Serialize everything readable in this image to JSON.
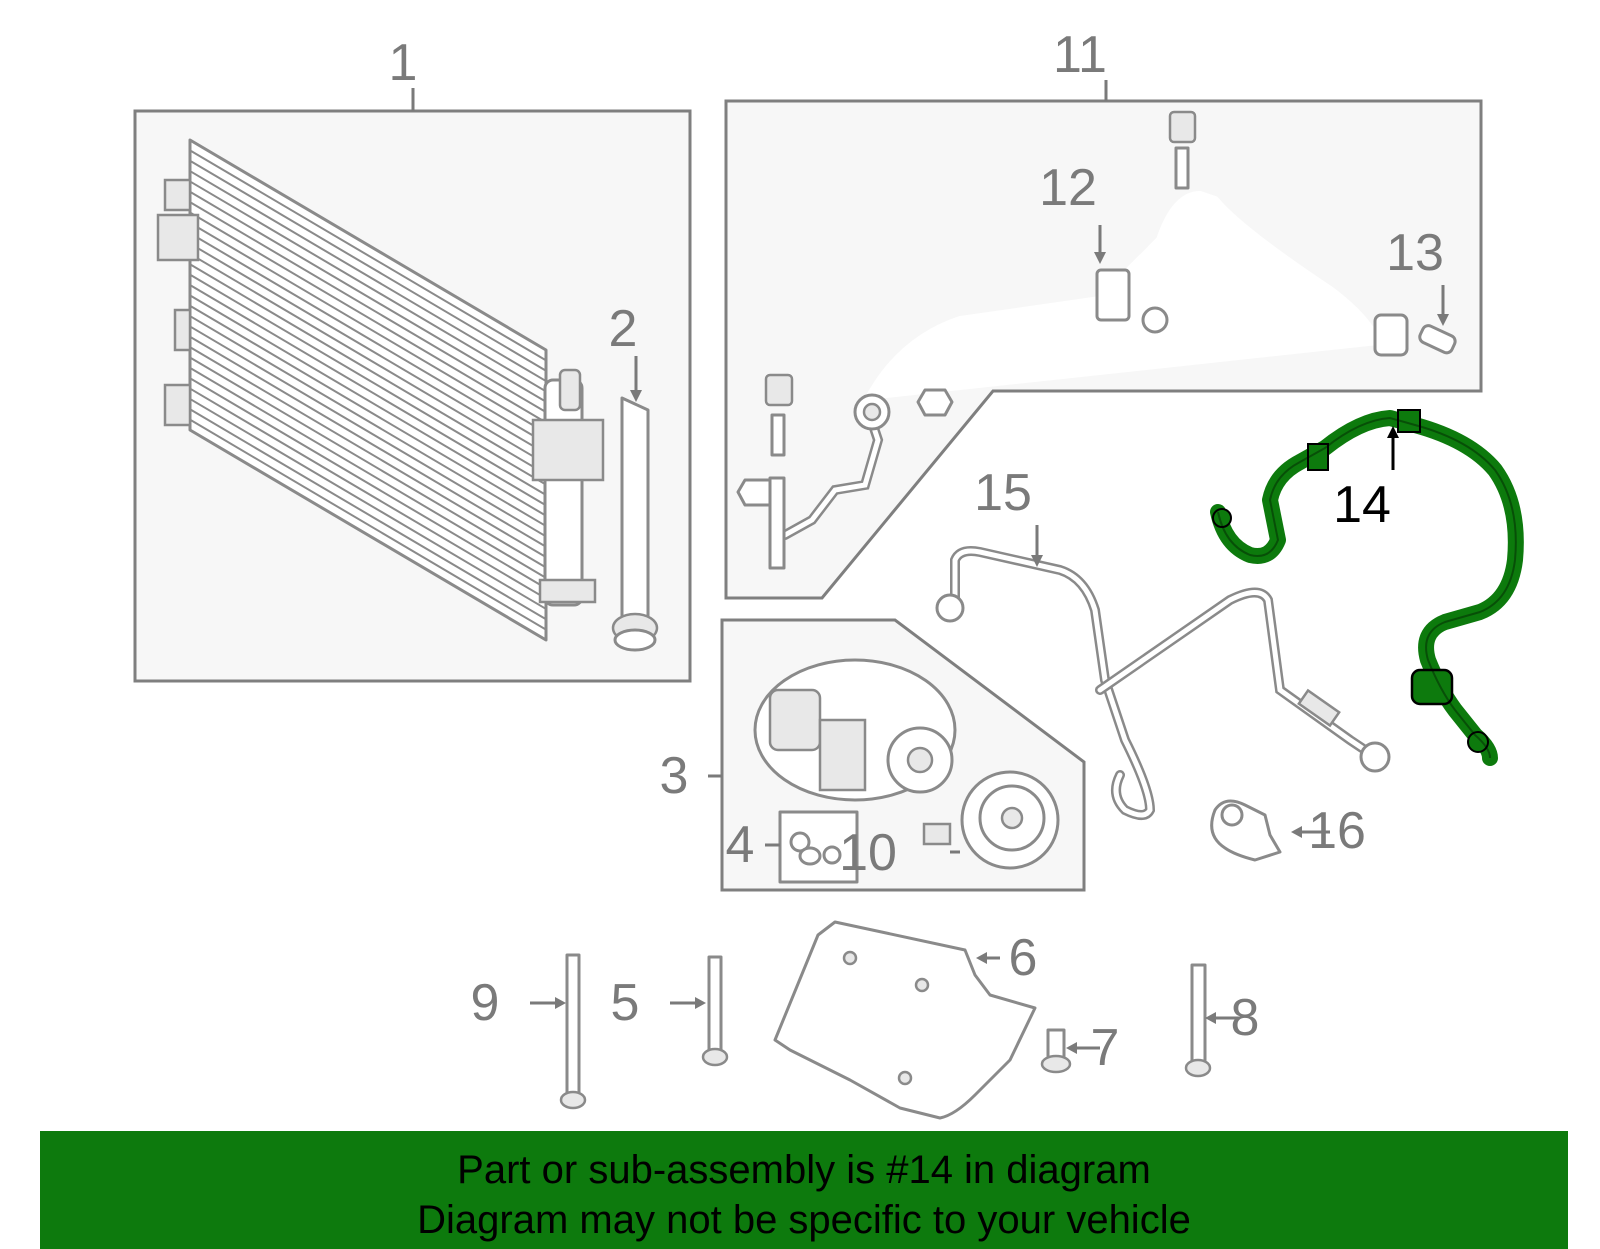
{
  "callouts": [
    "1",
    "2",
    "3",
    "4",
    "5",
    "6",
    "7",
    "8",
    "9",
    "10",
    "11",
    "12",
    "13",
    "14",
    "15",
    "16"
  ],
  "highlight_color": "#0d7a0d",
  "banner": {
    "color": "#0d7a0d",
    "line1": "Part or sub-assembly is #14 in diagram",
    "line2": "Diagram may not be specific to your vehicle"
  }
}
